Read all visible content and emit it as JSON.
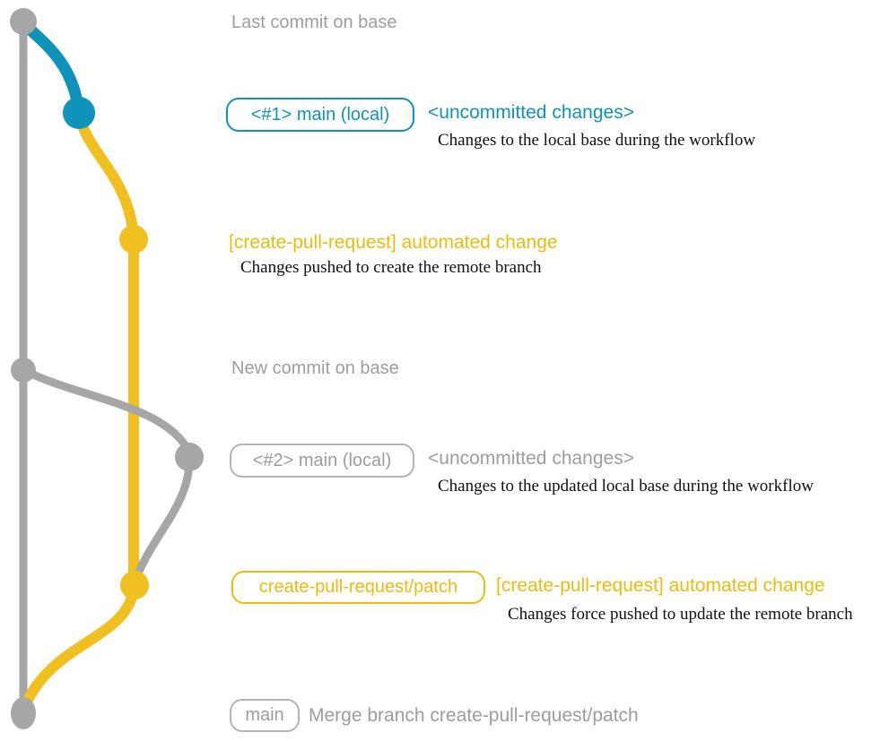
{
  "colors": {
    "gray_line": "#a6a6a6",
    "gray_text": "#9d9d9d",
    "gray_border": "#b4b4b4",
    "blue": "#0f93bb",
    "yellow_graph": "#f0c020",
    "yellow_label": "#edbb0d",
    "caption_text": "#101010",
    "background": "#ffffff"
  },
  "graph": {
    "commit_dots": [
      {
        "name": "last-commit-on-base",
        "color": "gray"
      },
      {
        "name": "uncommitted-changes-1",
        "color": "blue"
      },
      {
        "name": "automated-change-1",
        "color": "yellow"
      },
      {
        "name": "new-commit-on-base",
        "color": "gray"
      },
      {
        "name": "uncommitted-changes-2",
        "color": "gray"
      },
      {
        "name": "automated-change-2",
        "color": "yellow"
      },
      {
        "name": "merge-commit",
        "color": "gray"
      }
    ]
  },
  "annotations": {
    "last_commit": {
      "text": "Last commit on base"
    },
    "row1": {
      "branch_label": "<#1> main (local)",
      "title": "<uncommitted changes>",
      "caption": "Changes to the local base during the workflow"
    },
    "row2": {
      "title": "[create-pull-request] automated change",
      "caption": "Changes pushed to create the remote branch"
    },
    "new_commit": {
      "text": "New commit on base"
    },
    "row3": {
      "branch_label": "<#2> main (local)",
      "title": "<uncommitted changes>",
      "caption": "Changes to the updated local base during the workflow"
    },
    "row4": {
      "branch_label": "create-pull-request/patch",
      "title": "[create-pull-request] automated change",
      "caption": "Changes force pushed to update the remote branch"
    },
    "row5": {
      "branch_label": "main",
      "title": "Merge branch create-pull-request/patch"
    }
  }
}
